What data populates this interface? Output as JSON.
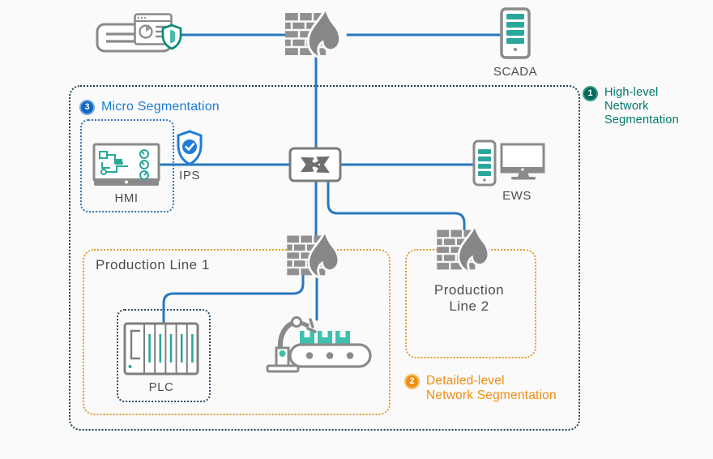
{
  "nodes": {
    "scada": "SCADA",
    "hmi": "HMI",
    "ips": "IPS",
    "ews": "EWS",
    "plc": "PLC"
  },
  "zones": {
    "high_level": {
      "number": "1",
      "lines": [
        "High-level",
        "Network",
        "Segmentation"
      ]
    },
    "detailed": {
      "number": "2",
      "lines": [
        "Detailed-level",
        "Network Segmentation"
      ]
    },
    "micro": {
      "number": "3",
      "label": "Micro Segmentation"
    },
    "production_line_1": {
      "label": "Production Line 1"
    },
    "production_line_2": {
      "lines": [
        "Production",
        "Line 2"
      ]
    }
  },
  "connections": [
    "monitoring-to-firewall",
    "firewall-to-scada",
    "firewall-to-switch",
    "hmi-to-switch",
    "switch-to-ews",
    "switch-to-line1-firewall",
    "line1-firewall-to-plc",
    "line1-firewall-to-robot",
    "switch-to-line2-firewall"
  ],
  "colors": {
    "connector_blue": "#2878BE",
    "teal_accent": "#2AA79B",
    "icon_gray": "#8A8A8A",
    "high_level_text": "#00796B",
    "micro_text": "#1E7BD7",
    "detailed_text": "#F28C0F",
    "outer_border": "#1B4050",
    "micro_border": "#3273BC",
    "plc_border": "#2D4B66",
    "orange_border": "#E39A2B",
    "background": "#FAFAFA"
  }
}
